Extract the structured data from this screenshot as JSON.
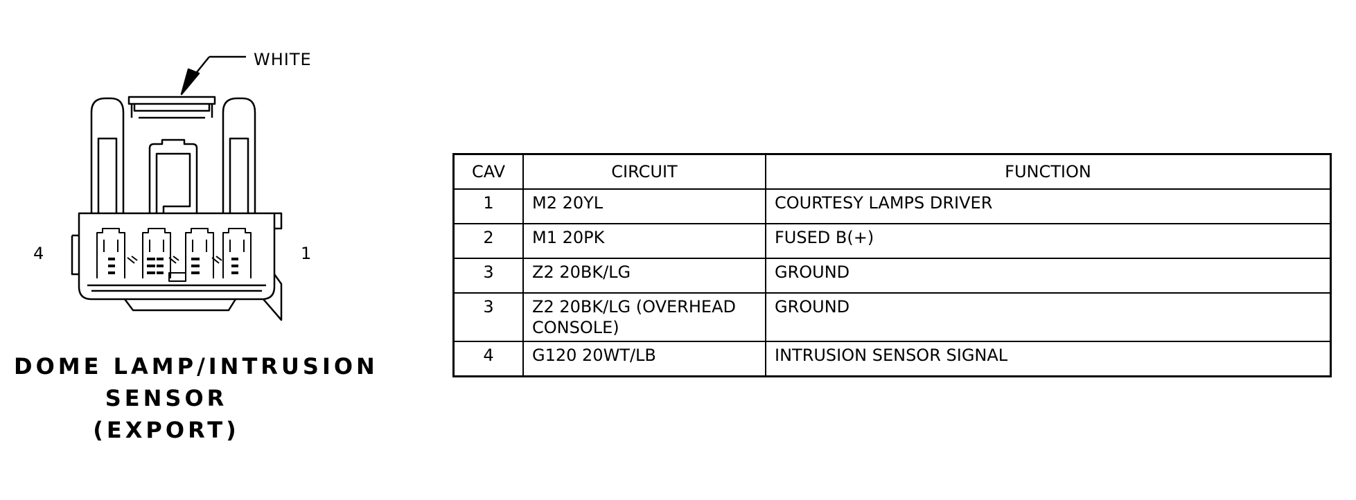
{
  "callout": "WHITE",
  "cavity_labels": {
    "left": "4",
    "right": "1"
  },
  "connector_title": {
    "line1": "DOME LAMP/INTRUSION",
    "line2": "SENSOR",
    "line3": "(EXPORT)"
  },
  "table": {
    "headers": {
      "cav": "CAV",
      "circuit": "CIRCUIT",
      "function": "FUNCTION"
    },
    "rows": [
      {
        "cav": "1",
        "circuit": "M2 20YL",
        "function": "COURTESY LAMPS DRIVER"
      },
      {
        "cav": "2",
        "circuit": "M1 20PK",
        "function": "FUSED B(+)"
      },
      {
        "cav": "3",
        "circuit": "Z2 20BK/LG",
        "function": "GROUND"
      },
      {
        "cav": "3",
        "circuit": "Z2 20BK/LG (OVERHEAD CONSOLE)",
        "function": "GROUND"
      },
      {
        "cav": "4",
        "circuit": "G120 20WT/LB",
        "function": "INTRUSION SENSOR SIGNAL"
      }
    ]
  }
}
